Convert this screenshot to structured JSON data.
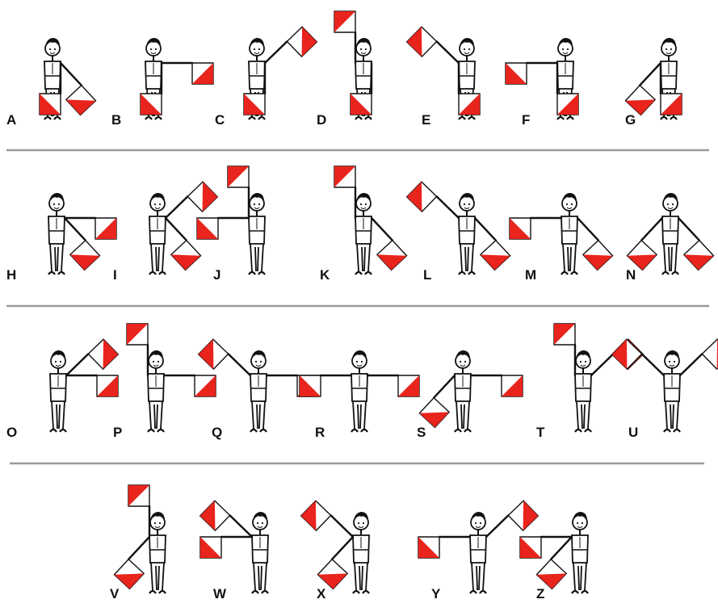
{
  "colors": {
    "flag_red": "#e8241d",
    "flag_white": "#ffffff",
    "line": "#111111",
    "divider": "#9a9a9a",
    "background": "#ffffff"
  },
  "rows": [
    {
      "signals": [
        {
          "letter": "A",
          "flags": "low-right + down"
        },
        {
          "letter": "B",
          "flags": "out-right + down"
        },
        {
          "letter": "C",
          "flags": "high-right + down"
        },
        {
          "letter": "D",
          "flags": "up + down"
        },
        {
          "letter": "E",
          "flags": "down + high-left"
        },
        {
          "letter": "F",
          "flags": "down + out-left"
        },
        {
          "letter": "G",
          "flags": "down + low-left"
        }
      ]
    },
    {
      "signals": [
        {
          "letter": "H",
          "flags": "out-right + low-right"
        },
        {
          "letter": "I",
          "flags": "high-right + low-right"
        },
        {
          "letter": "J",
          "flags": "up + out-left"
        },
        {
          "letter": "K",
          "flags": "up + low-right"
        },
        {
          "letter": "L",
          "flags": "high-left + low-right"
        },
        {
          "letter": "M",
          "flags": "out-left + low-right"
        },
        {
          "letter": "N",
          "flags": "low-left + low-right"
        }
      ]
    },
    {
      "signals": [
        {
          "letter": "O",
          "flags": "high-right + out-right"
        },
        {
          "letter": "P",
          "flags": "up + out-right"
        },
        {
          "letter": "Q",
          "flags": "out-right + high-left"
        },
        {
          "letter": "R",
          "flags": "out-right + out-left"
        },
        {
          "letter": "S",
          "flags": "out-right + low-left"
        },
        {
          "letter": "T",
          "flags": "up + high-right"
        },
        {
          "letter": "U",
          "flags": "high-right + high-left"
        }
      ]
    },
    {
      "signals": [
        {
          "letter": "V",
          "flags": "up + low-left"
        },
        {
          "letter": "W",
          "flags": "high-left + out-left"
        },
        {
          "letter": "X",
          "flags": "high-left + low-left"
        },
        {
          "letter": "Y",
          "flags": "high-right + out-left"
        },
        {
          "letter": "Z",
          "flags": "out-left + low-left"
        }
      ]
    }
  ]
}
